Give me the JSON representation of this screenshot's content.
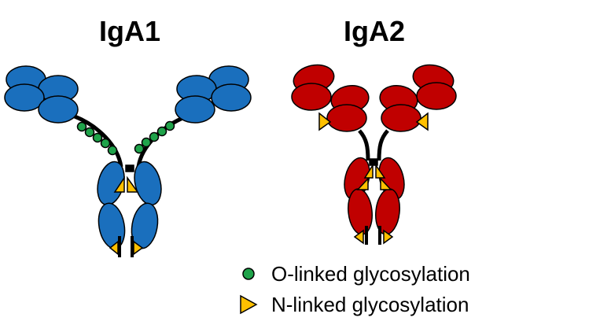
{
  "titles": {
    "iga1": "IgA1",
    "iga2": "IgA2"
  },
  "legend": {
    "o_linked": "O-linked glycosylation",
    "n_linked": "N-linked glycosylation"
  },
  "colors": {
    "iga1_domain": "#1a6fbd",
    "iga2_domain": "#c00000",
    "o_glycan": "#1fa34a",
    "n_glycan": "#ffc000",
    "outline": "#000000"
  },
  "icons": {
    "o_linked": "green-circle-icon",
    "n_linked": "yellow-triangle-icon"
  }
}
